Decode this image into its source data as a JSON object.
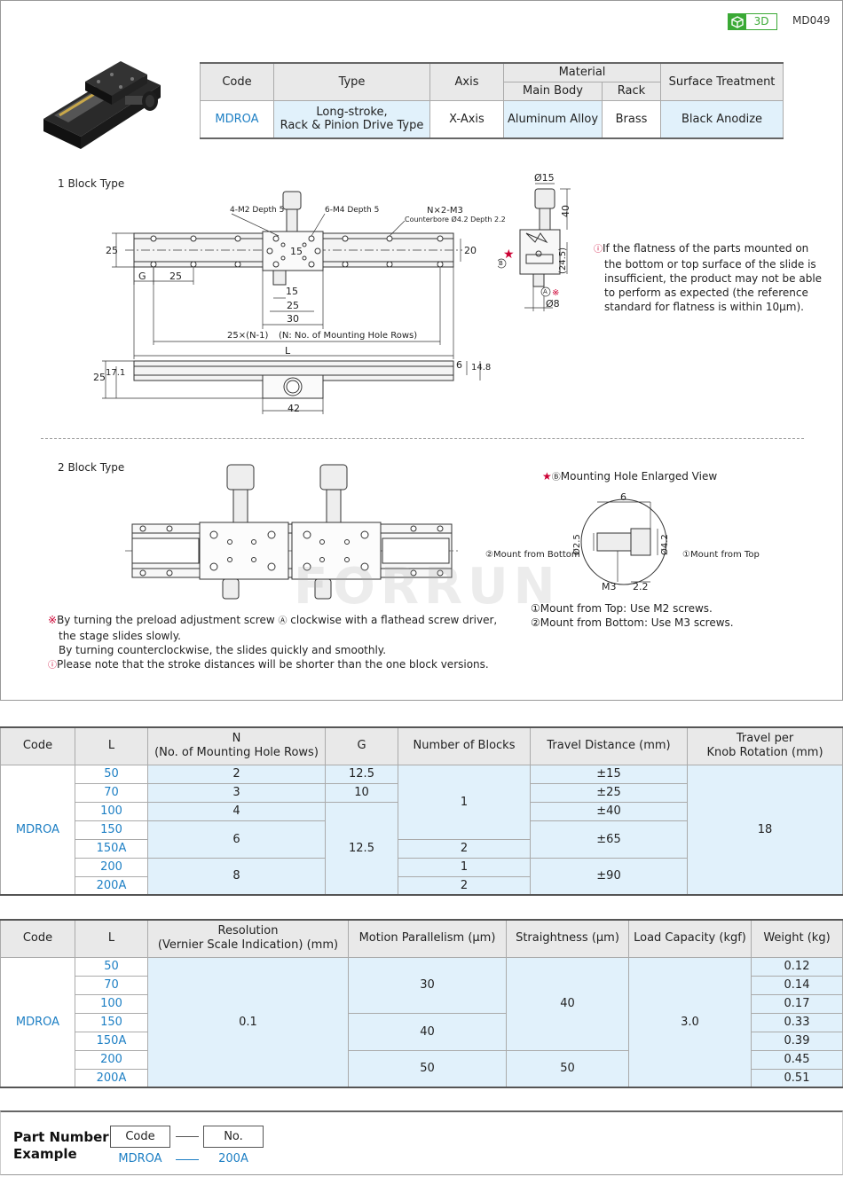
{
  "header": {
    "badge_3d": "3D",
    "model_code": "MD049"
  },
  "spec_table": {
    "headers": {
      "code": "Code",
      "type": "Type",
      "axis": "Axis",
      "material": "Material",
      "main_body": "Main Body",
      "rack": "Rack",
      "surface": "Surface Treatment"
    },
    "row": {
      "code": "MDROA",
      "type_line1": "Long-stroke,",
      "type_line2": "Rack & Pinion Drive Type",
      "axis": "X-Axis",
      "main_body": "Aluminum Alloy",
      "rack": "Brass",
      "surface": "Black Anodize"
    }
  },
  "drawing1": {
    "title": "1 Block Type",
    "labels": {
      "m2": "4-M2 Depth 5",
      "m4": "6-M4 Depth 5",
      "m3": "N×2-M3",
      "cbore": "Counterbore Ø4.2 Depth 2.2",
      "d25": "25",
      "d20": "20",
      "dG": "G",
      "d25b": "25",
      "d15v": "15",
      "d15": "15",
      "d25c": "25",
      "d30": "30",
      "pitch": "25×(N-1)",
      "pitch_note": "(N: No. of Mounting Hole Rows)",
      "dL": "L",
      "d25s": "25",
      "d171": "17.1",
      "d6": "6",
      "d148": "14.8",
      "d42": "42",
      "phi15": "Ø15",
      "d40": "40",
      "d245": "(24.5)",
      "phi8": "Ø8",
      "markB": "B",
      "markA": "A"
    },
    "note": {
      "line1": "If the flatness of the parts mounted on",
      "line2": "the bottom or top surface of the slide is",
      "line3": "insufficient, the product may not be able",
      "line4": "to perform as expected (the reference",
      "line5": "standard for flatness is within 10µm)."
    }
  },
  "drawing2": {
    "title": "2 Block Type",
    "enlarged_title": "Mounting Hole Enlarged View",
    "labels": {
      "d6": "6",
      "phi25": "Ø2.5",
      "phi42": "Ø4.2",
      "m3": "M3",
      "d22": "2.2",
      "mount_bottom": "②Mount from Bottom",
      "mount_top": "①Mount from Top"
    },
    "mount_notes": {
      "line1": "①Mount from Top:  Use M2 screws.",
      "line2": "②Mount from Bottom: Use M3 screws."
    },
    "notes": {
      "line1a": "By turning the preload adjustment screw",
      "line1b": "clockwise with a flathead screw driver,",
      "line2": "the stage slides slowly.",
      "line3": "By turning counterclockwise, the slides quickly and smoothly.",
      "line4": "Please note that the stroke distances will be shorter than the one block versions."
    },
    "watermark": "FORRUN"
  },
  "table1": {
    "headers": [
      "Code",
      "L",
      "N",
      "(No. of Mounting Hole Rows)",
      "G",
      "Number of Blocks",
      "Travel Distance (mm)",
      "Travel per",
      "Knob Rotation (mm)"
    ],
    "code": "MDROA",
    "L": [
      "50",
      "70",
      "100",
      "150",
      "150A",
      "200",
      "200A"
    ],
    "N": [
      "2",
      "3",
      "4",
      "6",
      "8"
    ],
    "G": [
      "12.5",
      "10",
      "12.5"
    ],
    "blocks": [
      "1",
      "2",
      "1",
      "2"
    ],
    "travel": [
      "±15",
      "±25",
      "±40",
      "±65",
      "±90"
    ],
    "per_rotation": "18"
  },
  "table2": {
    "headers": [
      "Code",
      "L",
      "Resolution",
      "(Vernier Scale Indication) (mm)",
      "Motion Parallelism (µm)",
      "Straightness (µm)",
      "Load Capacity (kgf)",
      "Weight (kg)"
    ],
    "code": "MDROA",
    "L": [
      "50",
      "70",
      "100",
      "150",
      "150A",
      "200",
      "200A"
    ],
    "resolution": "0.1",
    "parallelism": [
      "30",
      "40",
      "50"
    ],
    "straightness": [
      "40",
      "50"
    ],
    "load": "3.0",
    "weight": [
      "0.12",
      "0.14",
      "0.17",
      "0.33",
      "0.39",
      "0.45",
      "0.51"
    ]
  },
  "part_number": {
    "title_line1": "Part Number",
    "title_line2": "Example",
    "code_label": "Code",
    "no_label": "No.",
    "code_value": "MDROA",
    "no_value": "200A"
  }
}
